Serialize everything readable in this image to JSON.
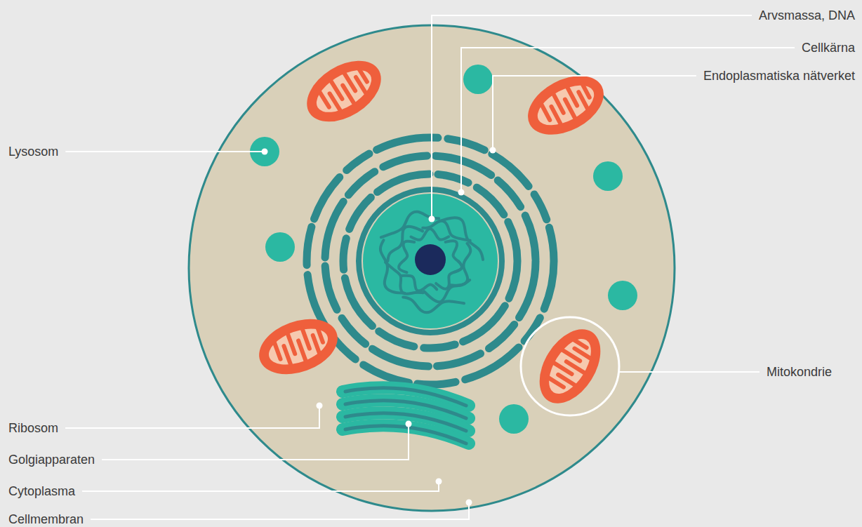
{
  "diagram": {
    "labels": [
      "Arvsmassa, DNA",
      "Cellkärna",
      "Endoplasmatiska nätverket",
      "Lysosom",
      "Mitokondrie",
      "Ribosom",
      "Golgiapparaten",
      "Cytoplasma",
      "Cellmembran"
    ]
  }
}
